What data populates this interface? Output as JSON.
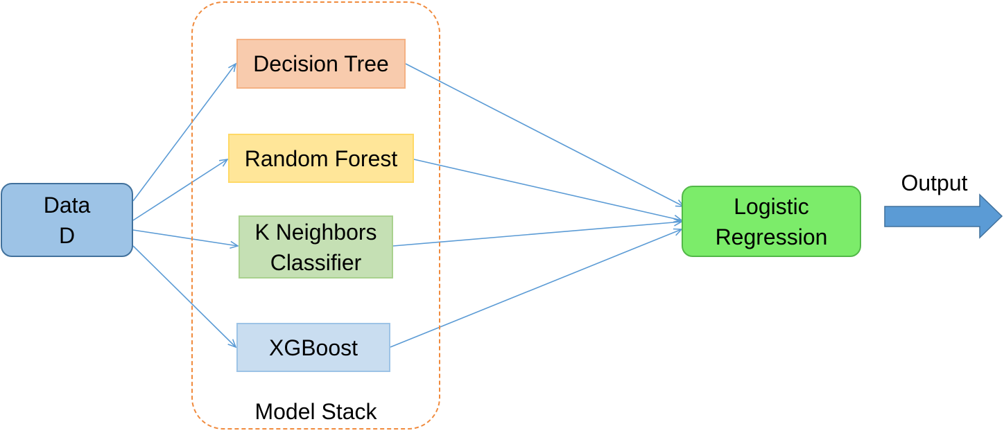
{
  "group": {
    "label": "Model Stack"
  },
  "nodes": {
    "data": "Data\nD",
    "decision_tree": "Decision Tree",
    "random_forest": "Random Forest",
    "knn": "K Neighbors\nClassifier",
    "xgboost": "XGBoost",
    "logistic_regression": "Logistic\nRegression"
  },
  "output": {
    "label": "Output"
  },
  "colors": {
    "edge": "#5B9BD5",
    "group_border": "#F08A3C",
    "output_arrow_fill": "#5B9BD5",
    "output_arrow_stroke": "#41719C"
  }
}
